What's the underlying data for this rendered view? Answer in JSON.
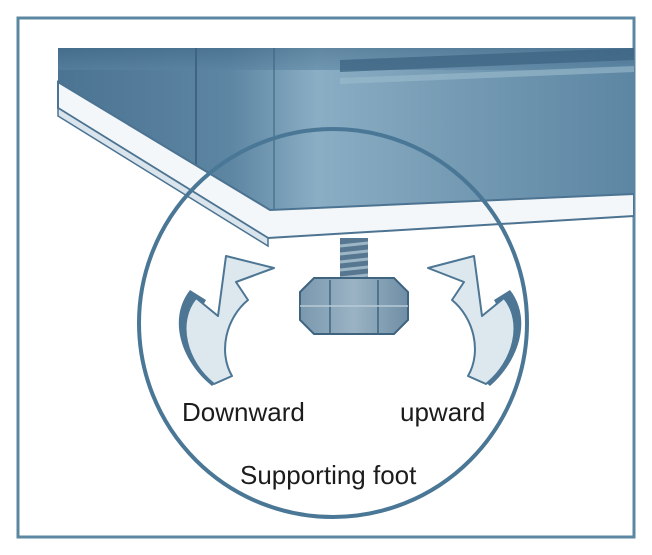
{
  "labels": {
    "downward": "Downward",
    "upward": "upward",
    "supporting_foot": "Supporting foot"
  },
  "colors": {
    "frame": "#5b87a2",
    "circle": "#4a7796",
    "cabinet_dark": "#496f8c",
    "cabinet_mid": "#6a93ae",
    "cabinet_light": "#8fb1c6",
    "foot": "#52748e",
    "arrow": "#dde7ee",
    "arrow_shadow": "#4c7694",
    "text": "#1c1c1c"
  },
  "icons": {
    "rotate_left": "curved-arrow-counterclockwise",
    "rotate_right": "curved-arrow-clockwise"
  }
}
